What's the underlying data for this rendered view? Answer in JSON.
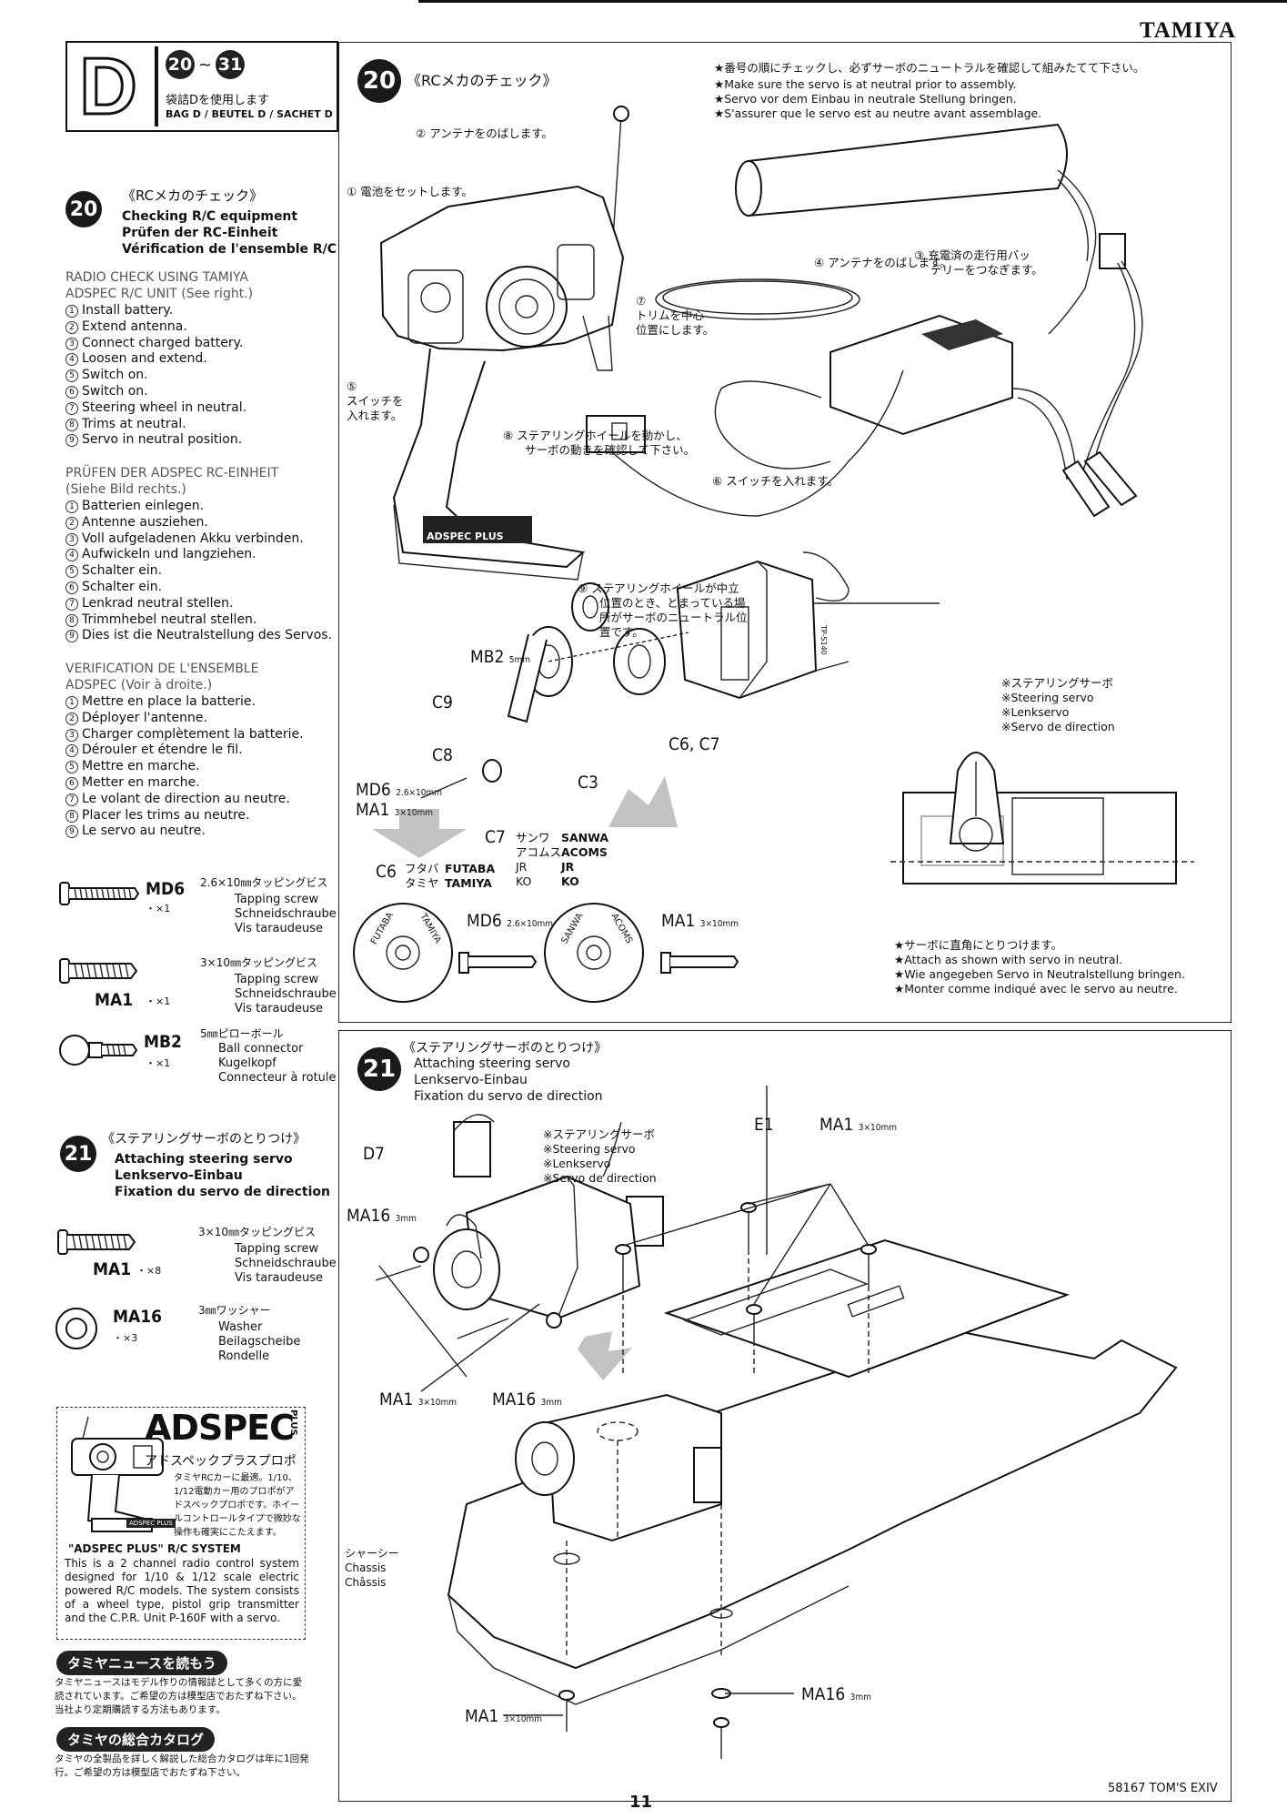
{
  "brand": "TAMIYA",
  "header": {
    "letter": "D",
    "range_start": "20",
    "range_sep": "~",
    "range_end": "31",
    "bag_jp": "袋詰Dを使用します",
    "bag_multi": "BAG D / BEUTEL D / SACHET D"
  },
  "step20_left": {
    "num": "20",
    "title_jp": "《RCメカのチェック》",
    "title_en": "Checking R/C equipment",
    "title_de": "Prüfen der RC-Einheit",
    "title_fr": "Vérification de l'ensemble R/C",
    "en_head1": "RADIO CHECK USING TAMIYA",
    "en_head2": "ADSPEC R/C UNIT (See right.)",
    "en_list": [
      "Install battery.",
      "Extend antenna.",
      "Connect charged battery.",
      "Loosen and extend.",
      "Switch on.",
      "Switch on.",
      "Steering wheel in neutral.",
      "Trims at neutral.",
      "Servo in neutral position."
    ],
    "de_head1": "PRÜFEN DER ADSPEC RC-EINHEIT",
    "de_head2": "(Siehe Bild rechts.)",
    "de_list": [
      "Batterien einlegen.",
      "Antenne ausziehen.",
      "Voll aufgeladenen Akku verbinden.",
      "Aufwickeln und langziehen.",
      "Schalter ein.",
      "Schalter ein.",
      "Lenkrad neutral stellen.",
      "Trimmhebel neutral stellen.",
      "Dies ist die Neutralstellung des Servos."
    ],
    "fr_head1": "VERIFICATION DE L'ENSEMBLE",
    "fr_head2": "ADSPEC (Voir à droite.)",
    "fr_list": [
      "Mettre en place la batterie.",
      "Déployer l'antenne.",
      "Charger complètement la batterie.",
      "Dérouler et étendre le fil.",
      "Mettre en marche.",
      "Metter en marche.",
      "Le volant de direction au neutre.",
      "Placer les trims au neutre.",
      "Le servo au neutre."
    ]
  },
  "parts20": [
    {
      "code": "MD6",
      "qty": "・×1",
      "jp": "2.6×10㎜タッピングビス",
      "en": "Tapping screw",
      "de": "Schneidschraube",
      "fr": "Vis taraudeuse"
    },
    {
      "code": "MA1",
      "qty": "・×1",
      "jp": "3×10㎜タッピングビス",
      "en": "Tapping screw",
      "de": "Schneidschraube",
      "fr": "Vis taraudeuse"
    },
    {
      "code": "MB2",
      "qty": "・×1",
      "jp": "5㎜ピローボール",
      "en": "Ball connector",
      "de": "Kugelkopf",
      "fr": "Connecteur à rotule"
    }
  ],
  "step21_left": {
    "num": "21",
    "title_jp": "《ステアリングサーボのとりつけ》",
    "title_en": "Attaching steering servo",
    "title_de": "Lenkservo-Einbau",
    "title_fr": "Fixation du servo de direction"
  },
  "parts21": [
    {
      "code": "MA1",
      "qty": "・×8",
      "jp": "3×10㎜タッピングビス",
      "en": "Tapping screw",
      "de": "Schneidschraube",
      "fr": "Vis taraudeuse"
    },
    {
      "code": "MA16",
      "qty": "・×3",
      "jp": "3㎜ワッシャー",
      "en": "Washer",
      "de": "Beilagscheibe",
      "fr": "Rondelle"
    }
  ],
  "adspec": {
    "logo": "ADSPEC",
    "plus": "PLUS",
    "jp_name": "アドスペックプラスプロポ",
    "jp_desc": "タミヤRCカーに最適。1/10、1/12電動カー用のプロポがアドスペックプロポです。ホイールコントロールタイプで微妙な操作も確実にこたえます。",
    "en_title": "\"ADSPEC PLUS\" R/C SYSTEM",
    "en_desc": "This is a 2 channel radio control system designed for 1/10 & 1/12 scale electric powered R/C models. The system consists of a wheel type, pistol grip transmitter and the C.P.R. Unit P-160F with a servo.",
    "tx_label": "ADSPEC PLUS"
  },
  "news": {
    "pill": "タミヤニュースを読もう",
    "text": "タミヤニュースはモデル作りの情報誌として多くの方に愛読されています。ご希望の方は模型店でおたずね下さい。当社より定期購読する方法もあります。"
  },
  "catalog": {
    "pill": "タミヤの総合カタログ",
    "text": "タミヤの全製品を詳しく解説した総合カタログは年に1回発行。ご希望の方は模型店でおたずね下さい。"
  },
  "step20_main": {
    "num": "20",
    "title": "《RCメカのチェック》",
    "note_jp": "★番号の順にチェックし、必ずサーボのニュートラルを確認して組みたてて下さい。",
    "note_en": "★Make sure the servo is at neutral prior to assembly.",
    "note_de": "★Servo vor dem Einbau in neutrale Stellung bringen.",
    "note_fr": "★S'assurer que le servo est au neutre avant assemblage.",
    "c1": "電池をセットします。",
    "c2": "アンテナをのばします。",
    "c3a": "充電済の走行用バッ",
    "c3b": "テリーをつなぎます。",
    "c4": "アンテナをのばします。",
    "c5a": "スイッチを",
    "c5b": "入れます。",
    "c6": "スイッチを入れます。",
    "c7a": "トリムを中心",
    "c7b": "位置にします。",
    "c8a": "ステアリングホイールを動かし、",
    "c8b": "サーボの動きを確認して下さい。",
    "c9a": "ステアリングホイールが中立",
    "c9b": "位置のとき、とまっている場",
    "c9c": "所がサーボのニュートラル位",
    "c9d": "置です。",
    "n1": "①",
    "n2": "②",
    "n3": "③",
    "n4": "④",
    "n5": "⑤",
    "n6": "⑥",
    "n7": "⑦",
    "n8": "⑧",
    "n9": "⑨",
    "tx_brand": "ADSPEC PLUS",
    "servo_jp": "※ステアリングサーボ",
    "servo_en": "※Steering servo",
    "servo_de": "※Lenkservo",
    "servo_fr": "※Servo de direction",
    "servo_label": "TP-S140",
    "lbl_MB2": "MB2",
    "lbl_MB2_mm": "5mm",
    "lbl_C9": "C9",
    "lbl_C8": "C8",
    "lbl_C3": "C3",
    "lbl_C6C7": "C6, C7",
    "lbl_MD6": "MD6",
    "lbl_MD6_mm": "2.6×10mm",
    "lbl_MA1": "MA1",
    "lbl_MA1_mm": "3×10mm",
    "c7_code": "C7",
    "c7_r1a": "サンワ",
    "c7_r1b": "SANWA",
    "c7_r2a": "アコムス",
    "c7_r2b": "ACOMS",
    "c7_r3a": "JR",
    "c7_r3b": "JR",
    "c7_r4a": "KO",
    "c7_r4b": "KO",
    "c6_code": "C6",
    "c6_r1a": "フタバ",
    "c6_r1b": "FUTABA",
    "c6_r2a": "タミヤ",
    "c6_r2b": "TAMIYA",
    "disc1_a": "FUTABA",
    "disc1_b": "TAMIYA",
    "disc2_a": "SANWA",
    "disc2_b": "ACOMS",
    "horn_jp": "★サーボに直角にとりつけます。",
    "horn_en": "★Attach as shown with servo in neutral.",
    "horn_de": "★Wie angegeben Servo in Neutralstellung bringen.",
    "horn_fr": "★Monter comme indiqué avec le servo au neutre."
  },
  "step21_main": {
    "num": "21",
    "title_jp": "《ステアリングサーボのとりつけ》",
    "title_en": "Attaching steering servo",
    "title_de": "Lenkservo-Einbau",
    "title_fr": "Fixation du servo de direction",
    "servo_jp": "※ステアリングサーボ",
    "servo_en": "※Steering servo",
    "servo_de": "※Lenkservo",
    "servo_fr": "※Servo de direction",
    "lbl_D7": "D7",
    "lbl_MA16": "MA16",
    "lbl_MA16_mm": "3mm",
    "lbl_MA1": "MA1",
    "lbl_MA1_mm": "3×10mm",
    "lbl_E1": "E1",
    "chassis_jp": "シャーシー",
    "chassis_en": "Chassis",
    "chassis_fr": "Châssis"
  },
  "footer": {
    "page": "11",
    "product": "58167 TOM'S EXIV"
  }
}
